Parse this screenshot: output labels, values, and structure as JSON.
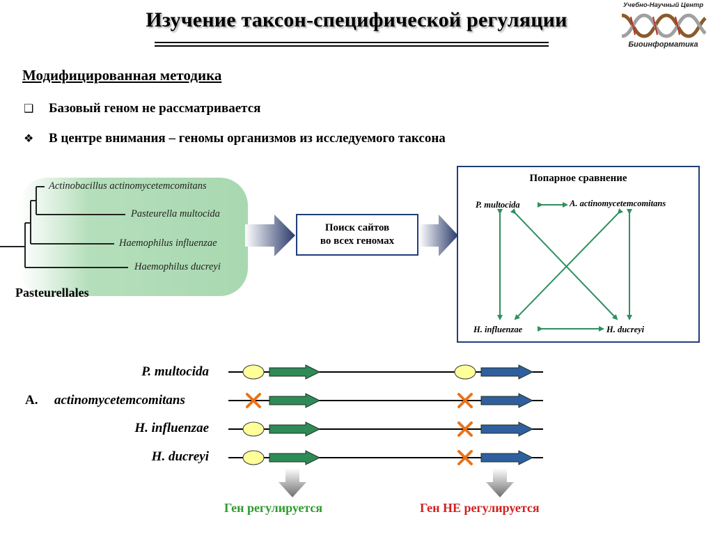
{
  "title": "Изучение таксон-специфической регуляции",
  "logo": {
    "top": "Учебно-Научный Центр",
    "bottom": "Биоинформатика"
  },
  "subtitle": "Модифицированная методика",
  "bullets": [
    {
      "icon": "square-bullet-icon",
      "text": "Базовый геном не рассматривается"
    },
    {
      "icon": "diamond-bullet-icon",
      "text": "В центре внимания – геномы организмов из исследуемого таксона"
    }
  ],
  "tree": {
    "leaves": [
      "Actinobacillus actinomycetemcomitans",
      "Pasteurella multocida",
      "Haemophilus influenzae",
      "Haemophilus ducreyi"
    ],
    "group_label": "Pasteurellales"
  },
  "search_box": {
    "line1": "Поиск сайтов",
    "line2": "во всех геномах"
  },
  "comparison": {
    "title": "Попарное сравнение",
    "nodes": [
      "P. multocida",
      "A. actinomycetemcomitans",
      "H. influenzae",
      "H. ducreyi"
    ]
  },
  "organisms": [
    {
      "prefix": "",
      "name": "P. multocida",
      "site1_present": true,
      "site2_present": true
    },
    {
      "prefix": "A.",
      "name": "actinomycetemcomitans",
      "site1_present": false,
      "site2_present": false
    },
    {
      "prefix": "",
      "name": "H. influenzae",
      "site1_present": true,
      "site2_present": false
    },
    {
      "prefix": "",
      "name": "H. ducreyi",
      "site1_present": true,
      "site2_present": false
    }
  ],
  "results": {
    "regulated": "Ген регулируется",
    "not_regulated": "Ген НЕ регулируется"
  },
  "colors": {
    "title_line": "#000000",
    "box_border": "#1f3d7a",
    "gene1": "#2e8b57",
    "gene2": "#2f5f9e",
    "site": "#ffff99",
    "cross": "#e8731a",
    "tree_bg": "#a8d8b0",
    "regulated": "#2f9a2f",
    "not_regulated": "#d22020",
    "comparison_arrows": "#2f8f5f"
  }
}
